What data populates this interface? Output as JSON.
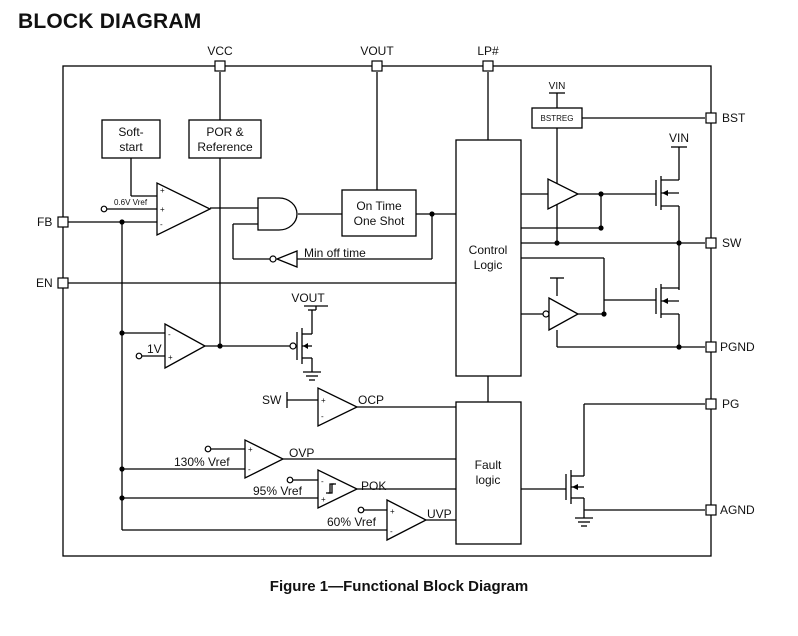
{
  "heading": "BLOCK DIAGRAM",
  "caption": "Figure 1—Functional Block Diagram",
  "pins": {
    "vcc": "VCC",
    "vout": "VOUT",
    "lp": "LP#",
    "bst": "BST",
    "sw": "SW",
    "pgnd": "PGND",
    "pg": "PG",
    "agnd": "AGND",
    "fb": "FB",
    "en": "EN"
  },
  "blocks": {
    "softstart": [
      "Soft-",
      "start"
    ],
    "por": [
      "POR &",
      "Reference"
    ],
    "ontime": [
      "On Time",
      "One Shot"
    ],
    "control": [
      "Control",
      "Logic"
    ],
    "fault": [
      "Fault",
      "logic"
    ],
    "bstreg": "BSTREG"
  },
  "labels": {
    "vin_bstreg": "VIN",
    "vin_hs": "VIN",
    "vout_ldo": "VOUT",
    "minoff": "Min off time",
    "ref_06": "0.6V Vref",
    "ref_1v": "1V",
    "sw_ocp": "SW",
    "ocp": "OCP",
    "ovp": "OVP",
    "pok": "POK",
    "uvp": "UVP",
    "ref_130": "130% Vref",
    "ref_95": "95% Vref",
    "ref_60": "60% Vref"
  }
}
